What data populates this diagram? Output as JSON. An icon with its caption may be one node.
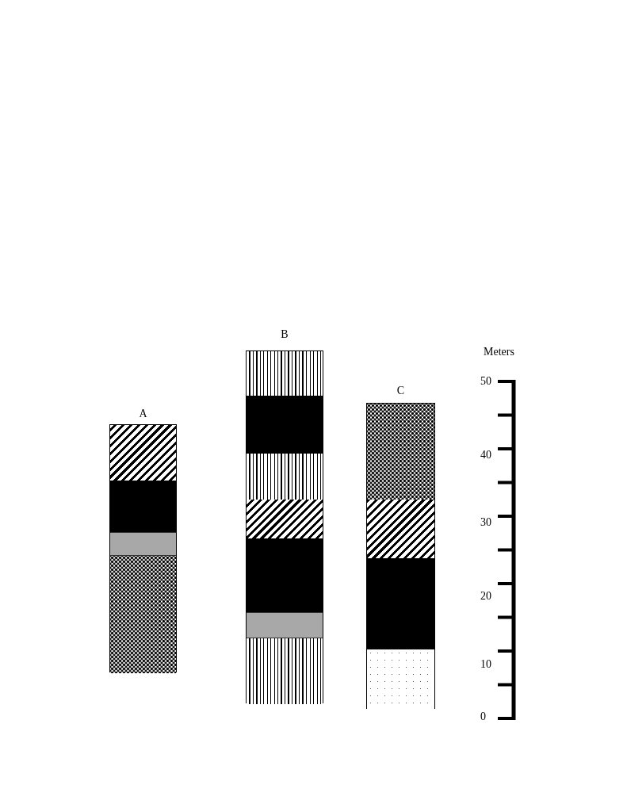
{
  "diagram": {
    "nodes": [
      {
        "text": [
          "A"
        ]
      },
      {
        "text": [],
        "shape": "box",
        "in": 0
      },
      {
        "text": [],
        "shape": "box",
        "in": 0
      },
      {
        "text": [],
        "shape": "box",
        "in": 0
      },
      {
        "text": [],
        "shape": "box",
        "in": 0
      },
      {
        "text": [
          "B"
        ]
      },
      {
        "text": [],
        "shape": "box",
        "in": 5
      },
      {
        "text": [],
        "shape": "box",
        "in": 5
      },
      {
        "text": [],
        "shape": "box",
        "in": 5
      },
      {
        "text": [],
        "shape": "box",
        "in": 5
      },
      {
        "text": [],
        "shape": "box",
        "in": 5
      },
      {
        "text": [],
        "shape": "box",
        "in": 5
      },
      {
        "text": [],
        "shape": "box",
        "in": 5
      },
      {
        "text": [
          "C"
        ]
      },
      {
        "text": [],
        "shape": "box",
        "in": 13
      },
      {
        "text": [],
        "shape": "box",
        "in": 13
      },
      {
        "text": [],
        "shape": "box",
        "in": 13
      },
      {
        "text": [],
        "shape": "box",
        "in": 13
      }
    ],
    "edges": [],
    "labels": [
      "Meters",
      "50",
      "40",
      "30",
      "20",
      "10",
      "0"
    ]
  }
}
